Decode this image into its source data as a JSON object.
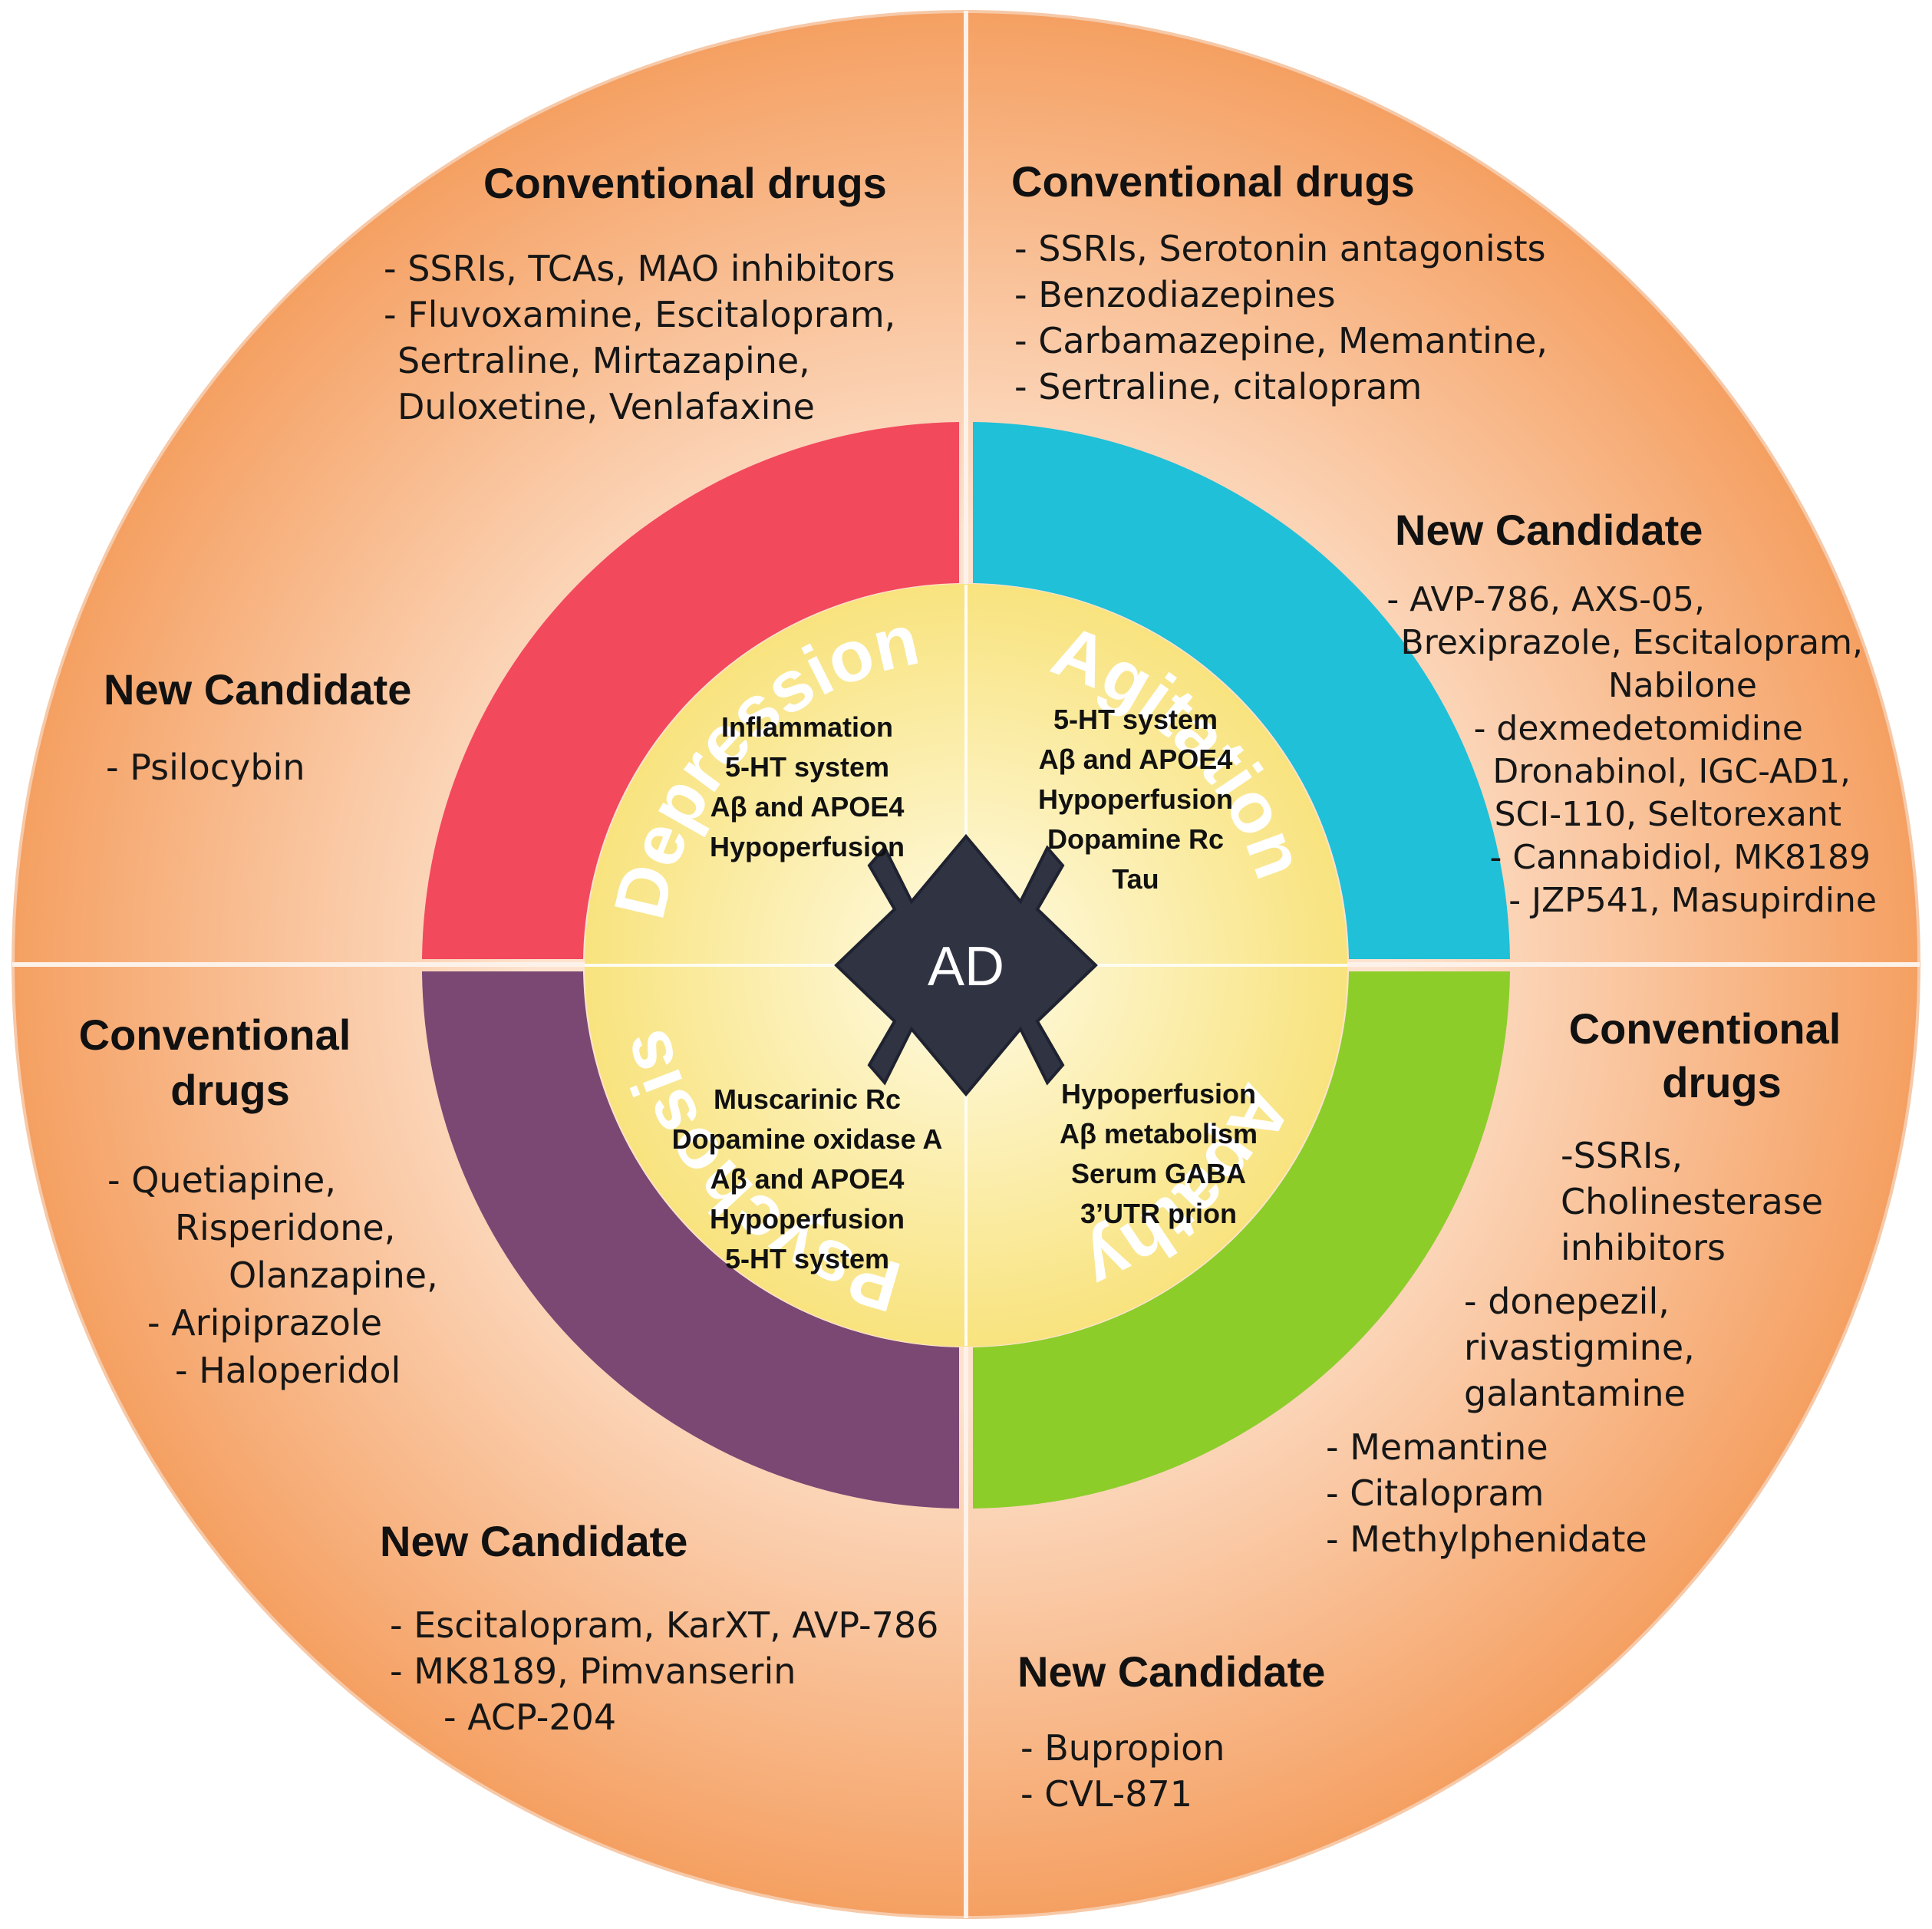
{
  "center": {
    "label": "AD"
  },
  "colors": {
    "outer_light": "#fde3cf",
    "outer_dark": "#f5a062",
    "inner_light": "#fffbe6",
    "inner_dark": "#f8e37e",
    "center_shape": "#2f3342"
  },
  "quadrants": {
    "depression": {
      "label": "Depression",
      "color": "#f2495d",
      "mechanisms": [
        "Inflammation",
        "5-HT system",
        "Aβ and APOE4",
        "Hypoperfusion"
      ],
      "conventional": {
        "heading": "Conventional drugs",
        "lines": [
          "- SSRIs, TCAs, MAO inhibitors",
          "- Fluvoxamine,  Escitalopram,",
          "Sertraline, Mirtazapine,",
          "Duloxetine, Venlafaxine"
        ]
      },
      "candidate": {
        "heading": "New Candidate",
        "lines": [
          "- Psilocybin"
        ]
      }
    },
    "agitation": {
      "label": "Agitation",
      "color": "#1fc0d8",
      "mechanisms": [
        "5-HT system",
        "Aβ and APOE4",
        "Hypoperfusion",
        "Dopamine Rc",
        "Tau"
      ],
      "conventional": {
        "heading": "Conventional drugs",
        "lines": [
          "- SSRIs, Serotonin antagonists",
          "- Benzodiazepines",
          "- Carbamazepine, Memantine,",
          "- Sertraline, citalopram"
        ]
      },
      "candidate": {
        "heading": "New Candidate",
        "lines": [
          "- AVP-786, AXS-05,",
          "Brexiprazole, Escitalopram,",
          "Nabilone",
          "- dexmedetomidine",
          "Dronabinol, IGC-AD1,",
          "SCI-110, Seltorexant",
          "- Cannabidiol, MK8189",
          "- JZP541, Masupirdine"
        ]
      }
    },
    "psychosis": {
      "label": "Psychosis",
      "color": "#7a4872",
      "mechanisms": [
        "Muscarinic Rc",
        "Dopamine oxidase A",
        "Aβ and APOE4",
        "Hypoperfusion",
        "5-HT system"
      ],
      "conventional": {
        "heading_lines": [
          "Conventional",
          "drugs"
        ],
        "lines": [
          "-   Quetiapine,",
          "Risperidone,",
          "Olanzapine,",
          "- Aripiprazole",
          "- Haloperidol"
        ]
      },
      "candidate": {
        "heading": "New Candidate",
        "lines": [
          "- Escitalopram, KarXT, AVP-786",
          "-   MK8189, Pimvanserin",
          "- ACP-204"
        ]
      }
    },
    "apathy": {
      "label": "Apathy",
      "color": "#8ccd2a",
      "mechanisms": [
        "Hypoperfusion",
        "Aβ metabolism",
        "Serum GABA",
        "3’UTR prion"
      ],
      "conventional": {
        "heading_lines": [
          "Conventional",
          "drugs"
        ],
        "lines": [
          "-SSRIs,",
          "Cholinesterase",
          "inhibitors",
          "- donepezil,",
          "rivastigmine,",
          "galantamine",
          "- Memantine",
          "- Citalopram",
          "- Methylphenidate"
        ]
      },
      "candidate": {
        "heading": "New Candidate",
        "lines": [
          "- Bupropion",
          "- CVL-871"
        ]
      }
    }
  }
}
